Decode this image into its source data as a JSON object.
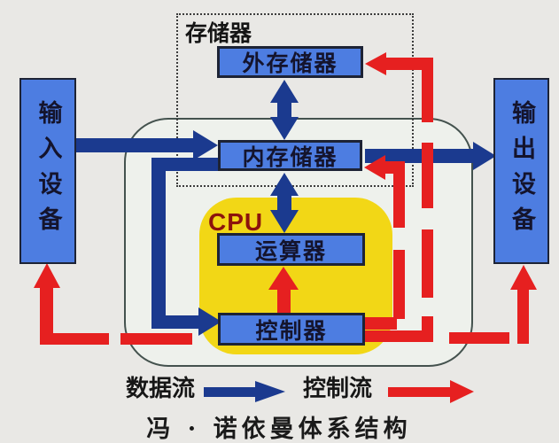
{
  "title": "冯 · 诺依曼体系结构",
  "memory_group_label": "存储器",
  "boxes": {
    "input_device": "输入设备",
    "output_device": "输出设备",
    "external_memory": "外存储器",
    "main_memory": "内存储器",
    "cpu": "CPU",
    "alu": "运算器",
    "control_unit": "控制器"
  },
  "legend": {
    "data_flow_label": "数据流",
    "control_flow_label": "控制流"
  },
  "colors": {
    "background": "#e9e8e5",
    "box_blue": "#4d7de1",
    "cpu_yellow": "#f2d716",
    "data_flow_blue": "#1b3a8f",
    "control_flow_red": "#e62020"
  }
}
